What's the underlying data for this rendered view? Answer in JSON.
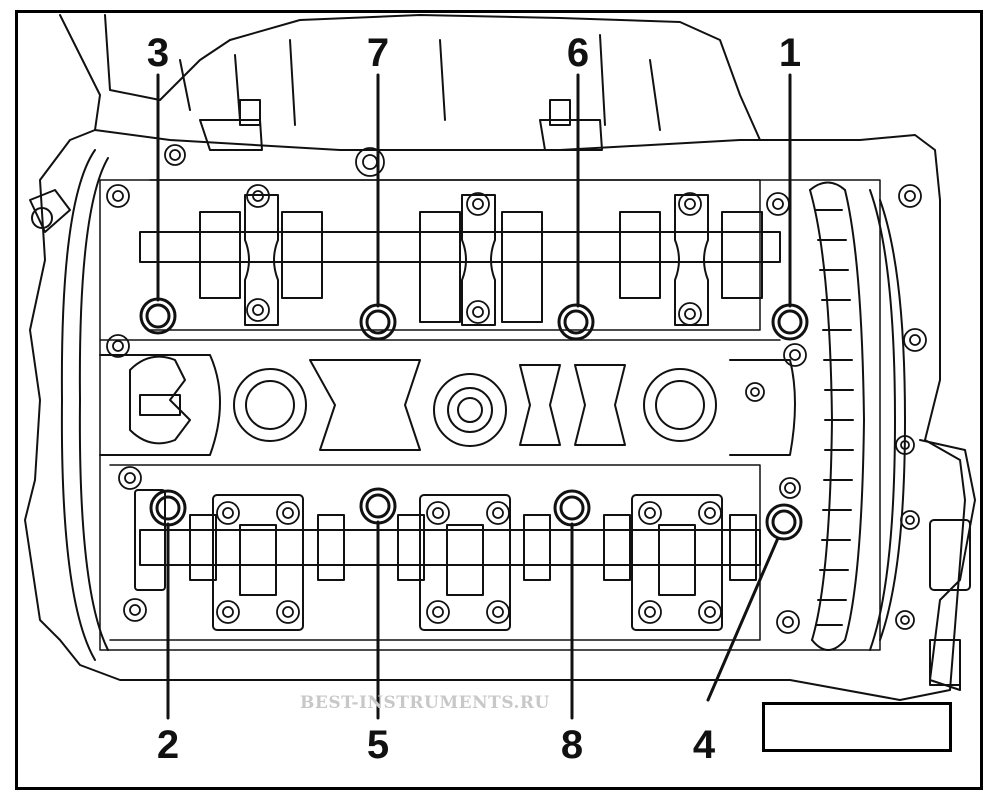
{
  "diagram": {
    "callouts": [
      {
        "id": "3",
        "label": "3"
      },
      {
        "id": "7",
        "label": "7"
      },
      {
        "id": "6",
        "label": "6"
      },
      {
        "id": "1",
        "label": "1"
      },
      {
        "id": "2",
        "label": "2"
      },
      {
        "id": "5",
        "label": "5"
      },
      {
        "id": "8",
        "label": "8"
      },
      {
        "id": "4",
        "label": "4"
      }
    ],
    "watermark": "BEST-INSTRUMENTS.RU",
    "reference_code": ""
  }
}
